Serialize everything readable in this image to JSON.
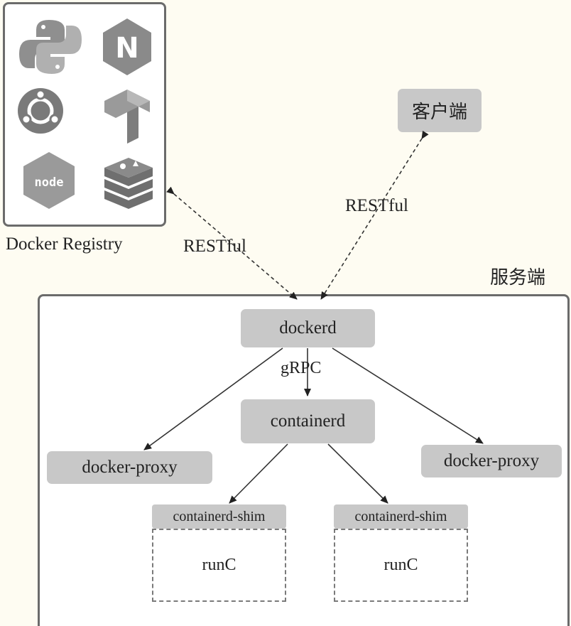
{
  "registry": {
    "label": "Docker Registry",
    "icons": [
      {
        "name": "python"
      },
      {
        "name": "nginx",
        "text": "N"
      },
      {
        "name": "ubuntu"
      },
      {
        "name": "tensorflow",
        "text": "T"
      },
      {
        "name": "node",
        "text": "node"
      },
      {
        "name": "redis"
      }
    ]
  },
  "client": {
    "label": "客户端"
  },
  "server": {
    "label": "服务端"
  },
  "edges": {
    "registry_restful": "RESTful",
    "client_restful": "RESTful",
    "grpc": "gRPC"
  },
  "nodes": {
    "dockerd": "dockerd",
    "containerd": "containerd",
    "proxy_left": "docker-proxy",
    "proxy_right": "docker-proxy",
    "shim_left": "containerd-shim",
    "shim_right": "containerd-shim",
    "runc_left": "runC",
    "runc_right": "runC"
  },
  "colors": {
    "node_fill": "#c8c8c8",
    "frame_border": "#6b6b6b",
    "icon_gray": "#8f8f8f",
    "background": "#fefcf2"
  }
}
